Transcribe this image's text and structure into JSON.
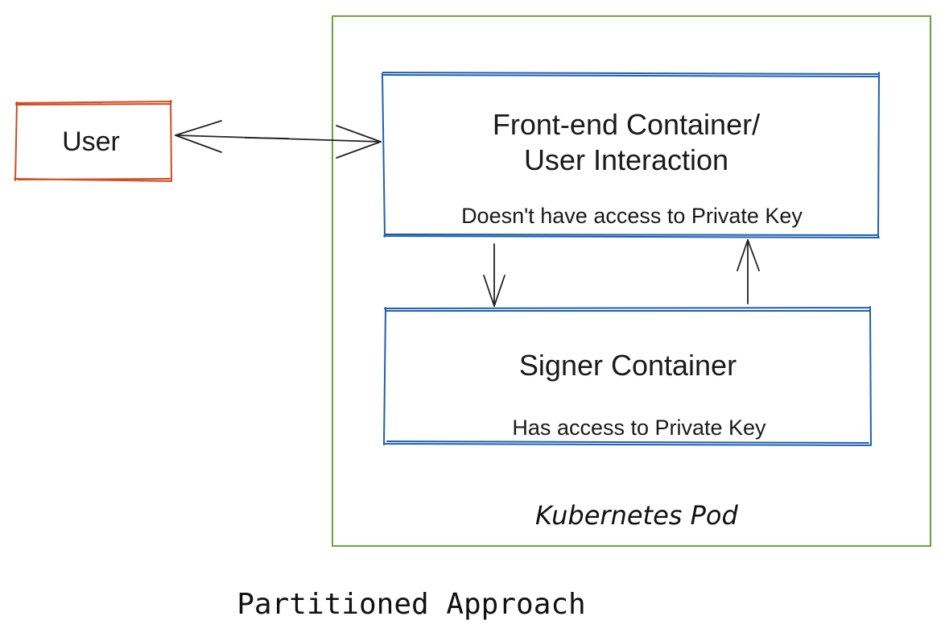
{
  "colors": {
    "user_box": "#d24a1e",
    "container_box": "#1f5fb0",
    "pod_box": "#6aa33a",
    "arrow": "#222222"
  },
  "user": {
    "label": "User"
  },
  "frontend": {
    "title_line1": "Front-end Container/",
    "title_line2": "User Interaction",
    "note": "Doesn't have access to Private Key"
  },
  "signer": {
    "title": "Signer Container",
    "note": "Has access to Private Key"
  },
  "pod": {
    "label": "Kubernetes Pod"
  },
  "caption": "Partitioned Approach"
}
